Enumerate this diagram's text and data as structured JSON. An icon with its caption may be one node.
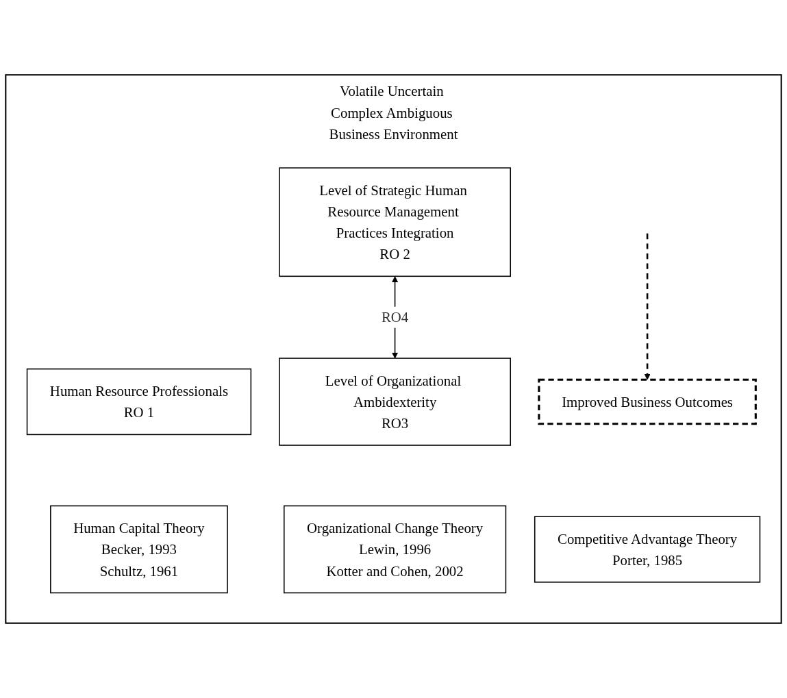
{
  "diagram": {
    "nodes": [
      {
        "text": [
          "Volatile Uncertain Complex Ambiguous Business Environment"
        ]
      },
      {
        "text": [
          "Level of Strategic Human Resource Management Practices Integration",
          "RO 2"
        ],
        "in": 0
      },
      {
        "text": [
          "Human Resource Professionals",
          "RO 1"
        ],
        "in": 0
      },
      {
        "text": [
          "Improved Business Outcomes"
        ],
        "in": 0
      },
      {
        "text": [
          "Level of Organizational Ambidexterity",
          "RO3"
        ],
        "in": 0
      },
      {
        "text": [
          "Human Capital Theory",
          "Becker, 1993",
          "Schultz, 1961"
        ],
        "in": 0
      },
      {
        "text": [
          "Organizational Change Theory",
          "Lewin, 1996",
          "Kotter and Cohen, 2002"
        ],
        "in": 0
      },
      {
        "text": [
          "Competitive Advantage Theory",
          "Porter, 1985"
        ],
        "in": 0
      }
    ],
    "edges": [
      {
        "from": 1,
        "to": 4,
        "arrow": "both",
        "label": "RO4"
      },
      {
        "from": null,
        "to": 3,
        "arrow": "to",
        "style": "dashed"
      }
    ]
  }
}
